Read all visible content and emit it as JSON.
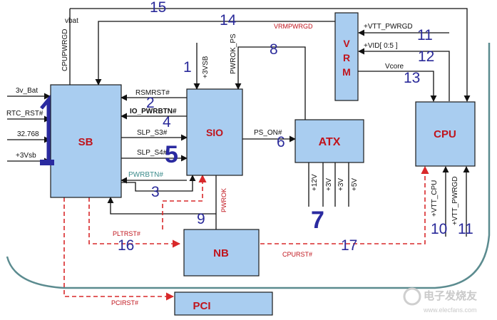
{
  "blocks": {
    "sb": "SB",
    "sio": "SIO",
    "atx": "ATX",
    "cpu": "CPU",
    "nb": "NB",
    "pci": "PCI",
    "vrm": "VRM"
  },
  "signals": {
    "v3_bat": "3v_Bat",
    "rtc_rst": "RTC_RST#",
    "clk_32768": "32.768",
    "v3vsb_sb": "+3Vsb",
    "rsmrst": "RSMRST#",
    "io_pwrbtn": "IO_PWRBTN#",
    "slp_s3": "SLP_S3#",
    "slp_s4": "SLP_S4#",
    "pwrbtn": "PWRBTN#",
    "cpupwrgd": "CPUPWRGD",
    "v3vsb_sio": "+3VSB",
    "pwrok_ps": "PWROK_PS",
    "vrmpwrgd": "VRMPWRGD",
    "vtt_pwrgd_vrm": "+VTT_PWRGD",
    "vid": "+VID[ 0:5 ]",
    "vcore": "Vcore",
    "ps_on": "PS_ON#",
    "v12": "+12V",
    "v3": "+3V",
    "v3b": "+3V",
    "v5": "+5V",
    "pwrok": "PWROK",
    "pltrst": "PLTRST#",
    "cpurst": "CPURST#",
    "pcirst": "PCIRST#",
    "vtt_cpu": "+VTT_CPU",
    "vtt_pwrgd_cpu": "+VTT_PWRGD",
    "vbat_top": "vbat"
  },
  "steps": {
    "n1": "1",
    "n2": "2",
    "n3": "3",
    "n4": "4",
    "n5": "5",
    "n6": "6",
    "n7": "7",
    "n8": "8",
    "n9": "9",
    "n10": "10",
    "n11a": "11",
    "n11b": "11",
    "n12": "12",
    "n13": "13",
    "n14": "14",
    "n15": "15",
    "n16": "16",
    "n17": "17"
  },
  "watermark": {
    "name": "电子发烧友",
    "url": "www.elecfans.com"
  }
}
